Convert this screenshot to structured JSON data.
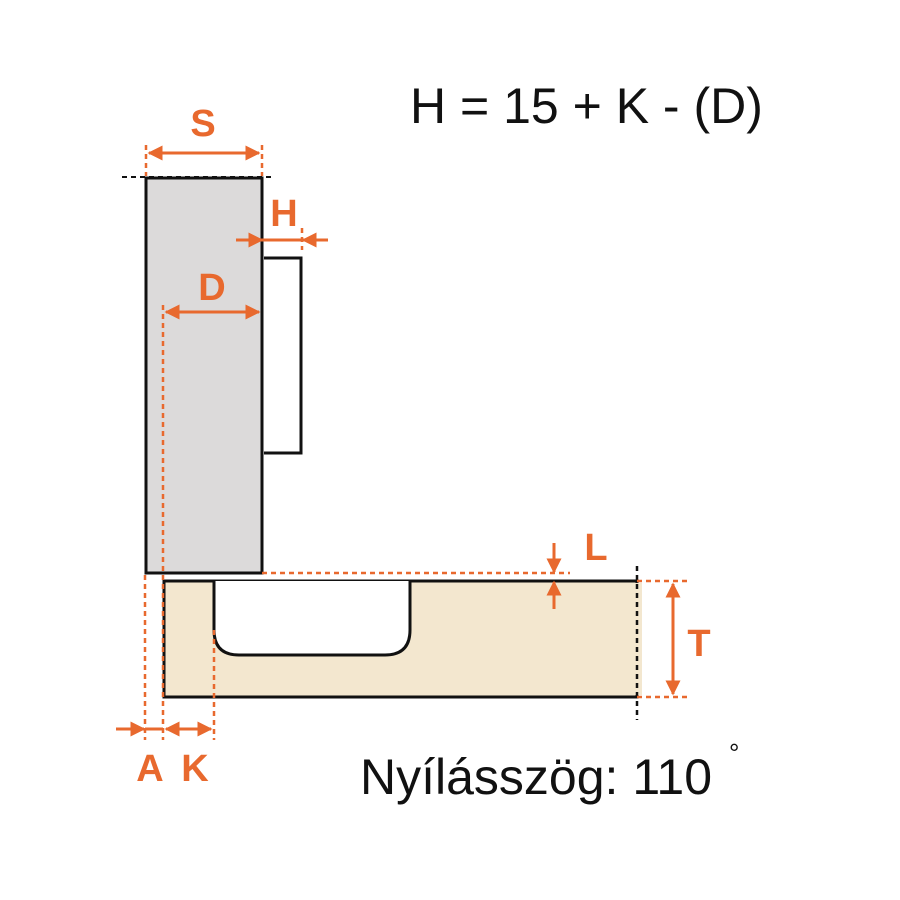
{
  "formula": "H = 15 + K - (D)",
  "caption": {
    "text": "Nyílásszög: 110",
    "degree_symbol": "°"
  },
  "labels": {
    "s": "S",
    "h": "H",
    "d": "D",
    "l": "L",
    "t": "T",
    "a": "A",
    "k": "K"
  },
  "colors": {
    "accent": "#E8692E",
    "door": "#DCDADA",
    "cabinet": "#F3E7CF",
    "outline": "#111111"
  }
}
